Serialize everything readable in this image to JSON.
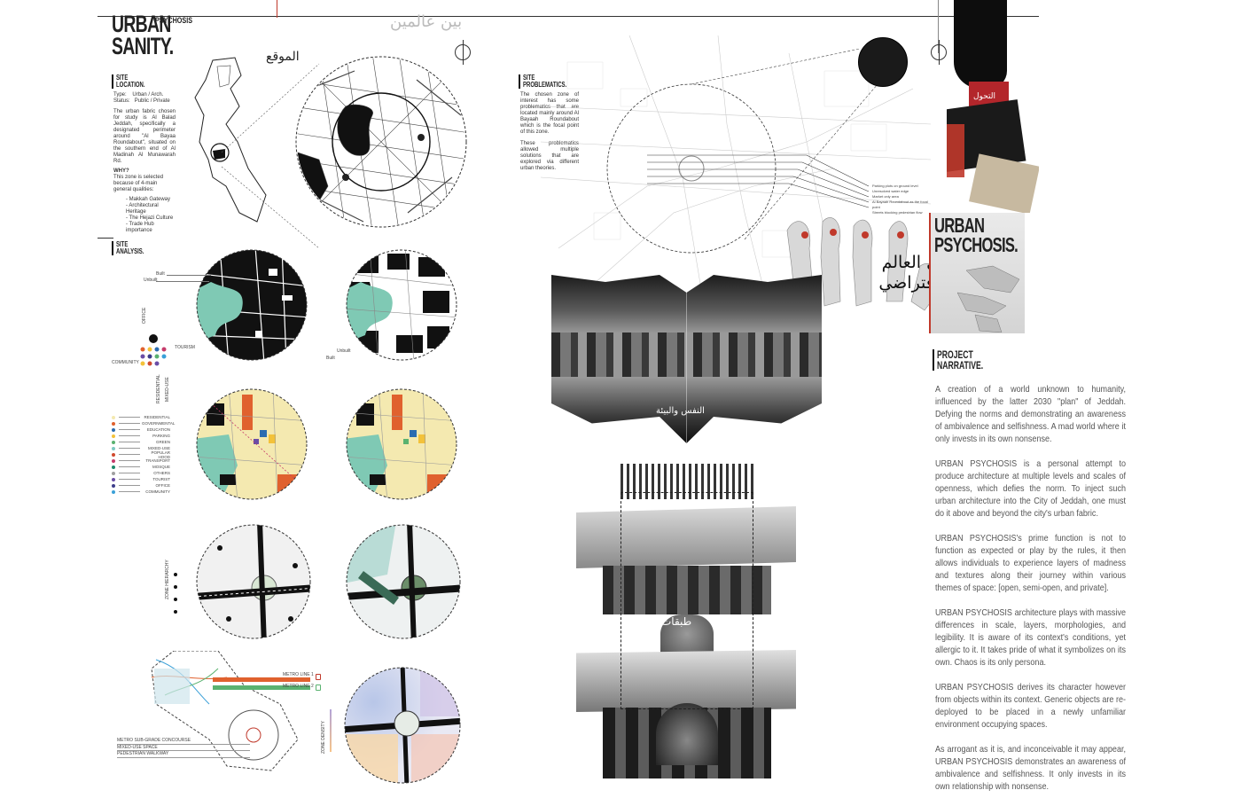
{
  "title": {
    "line1": "URBAN",
    "line2": "SANITY.",
    "tag": "PSYCHOSIS",
    "arabic_top": "بين عالمين",
    "arabic_location": "الموقع"
  },
  "site_location": {
    "heading": "SITE LOCATION.",
    "type_label": "Type:",
    "type_value": "Urban / Arch.",
    "status_label": "Status:",
    "status_value": "Public / Private",
    "body": "The urban fabric chosen for study is Al Balad Jeddah, specifically a designated perimeter around \"Al Bayaa Roundabout\", situated on the southern end of Al Madinah Al Munawarah Rd.",
    "why_heading": "WHY?",
    "why_body": "This zone is selected because of 4-main general qualities:",
    "qualities": [
      "- Makkah Gateway",
      "- Architectural Heritage",
      "- The Hejazi Culture",
      "- Trade Hub importance"
    ]
  },
  "site_analysis": {
    "heading": "SITE ANALYSIS.",
    "built": "Built",
    "unbuilt": "Unbuilt",
    "axis_labels": [
      "OFFICE",
      "TOURISM",
      "COMMUNITY",
      "RESIDENTIAL",
      "MIXED-USE"
    ],
    "legend": [
      {
        "label": "RESIDENTIAL",
        "color": "#f4e9b0"
      },
      {
        "label": "GOVERNMENTAL",
        "color": "#e0612e"
      },
      {
        "label": "EDUCATION",
        "color": "#2b6cb0"
      },
      {
        "label": "PARKING",
        "color": "#f3c23a"
      },
      {
        "label": "GREEN",
        "color": "#5ab270"
      },
      {
        "label": "MIXED-USE",
        "color": "#7ec9c2"
      },
      {
        "label": "POPULAR HOOD",
        "color": "#d04a2e"
      },
      {
        "label": "TRANSPORT",
        "color": "#c63b6b"
      },
      {
        "label": "MOSQUE",
        "color": "#1c8a6b"
      },
      {
        "label": "OTHERS",
        "color": "#a0a0a0"
      },
      {
        "label": "TOURIST",
        "color": "#6a4da6"
      },
      {
        "label": "OFFICE",
        "color": "#3d3d8a"
      },
      {
        "label": "COMMUNITY",
        "color": "#3aa0d8"
      }
    ],
    "zone_hierarchy": "ZONE HIERARCHY",
    "metro_line_1": "METRO LINE 1",
    "metro_line_2": "METRO LINE 2",
    "metro_legend": [
      "METRO SUB-GRADE CONCOURSE",
      "MIXED-USE SPACE",
      "PEDESTRIAN WALKWAY"
    ],
    "zone_density": "ZONE DENSITY"
  },
  "site_problematics": {
    "heading": "SITE PROBLEMATICS.",
    "body1": "The chosen zone of interest has some problematics that are located mainly around Al Bayaah Roundabout which is the focal point of this zone.",
    "body2": "These problematics allowed multiple solutions that are explored via different urban theories.",
    "callouts": [
      "Parking plots on ground level",
      "Unresolved water edge",
      "Market only area",
      "Al Bayaah Roundabout as the focal point",
      "Streets blocking pedestrian flow"
    ]
  },
  "collage": {
    "arabic_poster": "التحول",
    "arabic_mirror": "النفس والبيئة",
    "arabic_tower": "طبقات",
    "arabic_world": "في العالم الافتراضي"
  },
  "psychosis_title": {
    "line1": "URBAN",
    "line2": "PSYCHOSIS."
  },
  "narrative": {
    "heading": "PROJECT NARRATIVE.",
    "paragraphs": [
      "A creation of a world unknown to humanity, influenced by the latter 2030 \"plan\" of Jeddah. Defying the norms and demonstrating an awareness of ambivalence and selfishness. A mad world where it only invests in its own nonsense.",
      "URBAN PSYCHOSIS is a personal attempt to produce architecture at multiple levels and scales of openness, which defies the norm. To inject such urban architecture into the City of Jeddah, one must do it above and beyond the city's urban fabric.",
      "URBAN PSYCHOSIS's prime function is not to function as expected or play by the rules, it then allows individuals to experience layers of madness and textures along their journey within various themes of space: [open, semi-open, and private].",
      "URBAN PSYCHOSIS architecture plays with massive differences in scale, layers, morphologies, and legibility. It is aware of its context's conditions, yet allergic to it. It takes pride of what it symbolizes on its own. Chaos is its only persona.",
      "URBAN PSYCHOSIS derives its character however from objects within its context. Generic objects are re-deployed to be placed in a newly unfamiliar environment occupying spaces.",
      "As arrogant as it is, and inconceivable it may appear, URBAN PSYCHOSIS demonstrates an awareness of ambivalence and selfishness. It only invests in its own relationship with nonsense."
    ]
  },
  "colors": {
    "accent_red": "#c0392b",
    "teal": "#6cc3b0",
    "ink": "#111111"
  }
}
